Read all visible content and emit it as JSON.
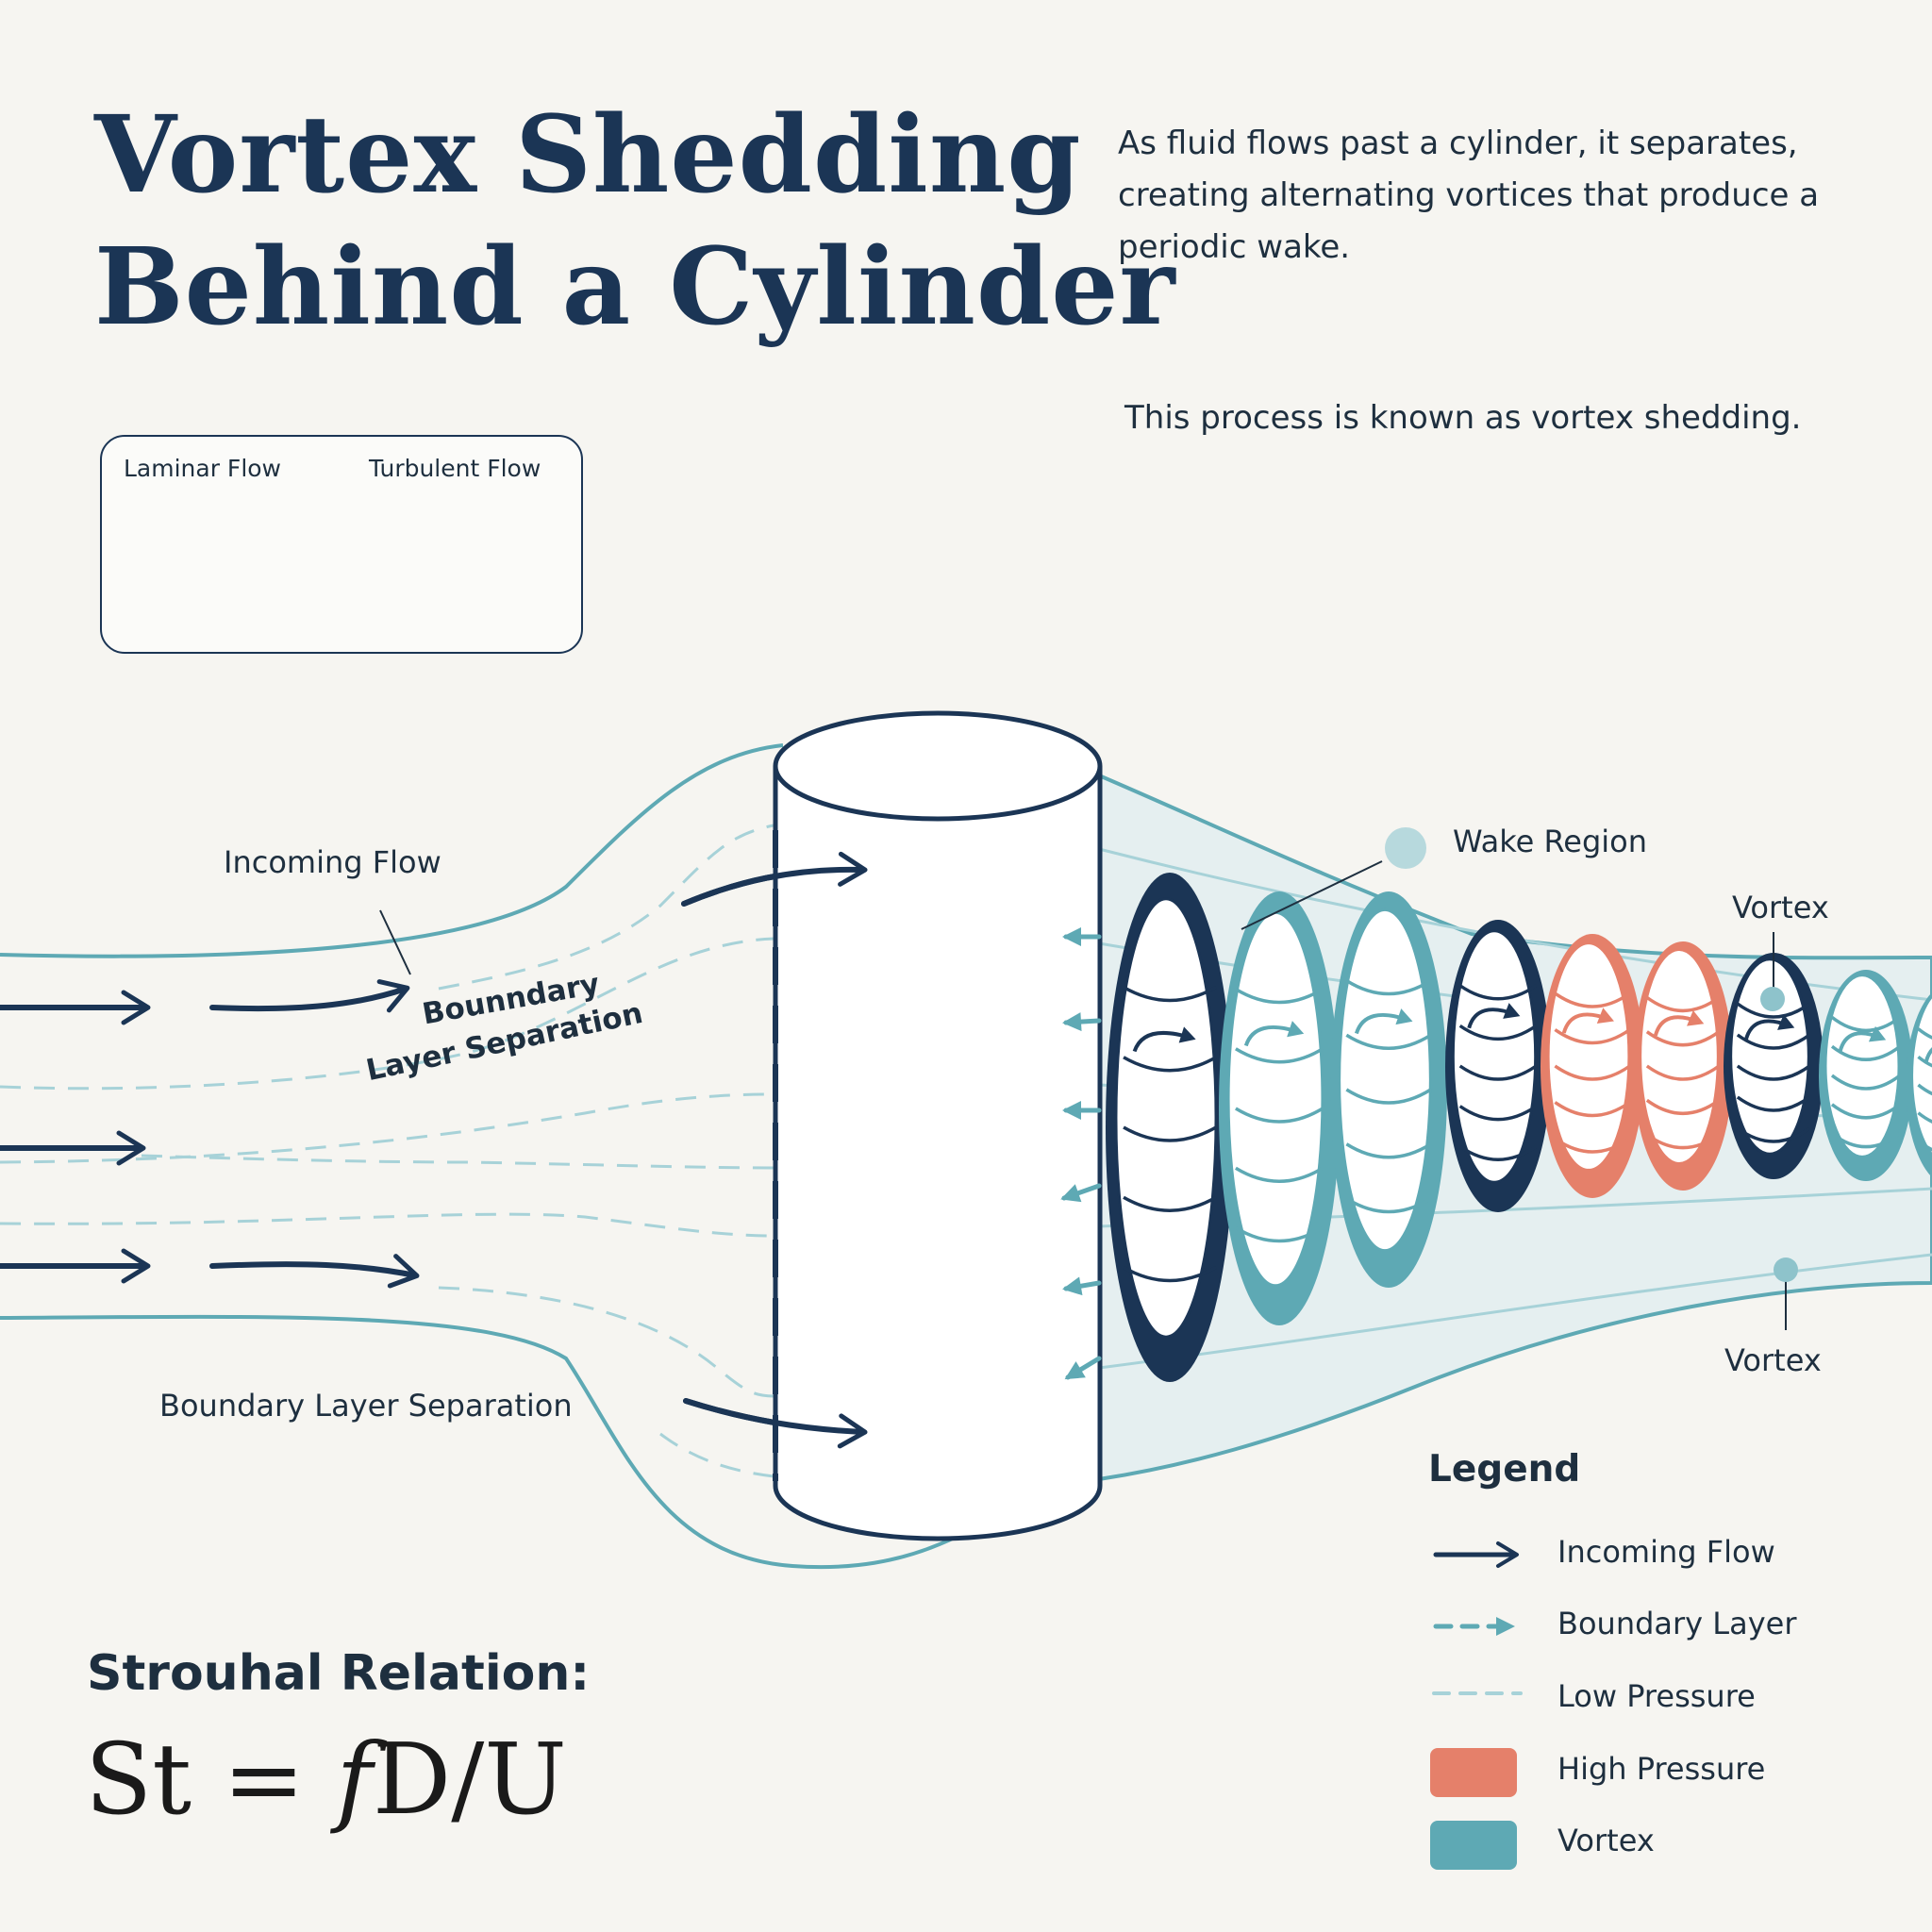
{
  "title": {
    "line1": "Vortex Shedding",
    "line2": "Behind a Cylinder"
  },
  "description": {
    "p1": "As fluid flows past a cylinder, it separates, creating alternating vortices that produce a periodic wake.",
    "p2": "This process is known as vortex shedding."
  },
  "flow_types": {
    "laminar": "Laminar Flow",
    "turbulent": "Turbulent Flow"
  },
  "labels": {
    "incoming_flow": "Incoming Flow",
    "boundary_layer_separation_top_1": "Bounndary",
    "boundary_layer_separation_top_2": "Layer Separation",
    "boundary_layer_separation_bottom": "Boundary Layer Separation",
    "wake_region": "Wake Region",
    "vortex_top": "Vortex",
    "vortex_bottom": "Vortex"
  },
  "legend": {
    "title": "Legend",
    "items": [
      {
        "label": "Incoming Flow",
        "style": "solid-arrow",
        "color": "#1b3555"
      },
      {
        "label": "Boundary Layer",
        "style": "dashed-arrow",
        "color": "#5ea9b4"
      },
      {
        "label": "Low Pressure",
        "style": "light-dashed",
        "color": "#a7d2d8"
      },
      {
        "label": "High Pressure",
        "style": "swatch",
        "color": "#e5806a"
      },
      {
        "label": "Vortex",
        "style": "swatch",
        "color": "#5ea9b4"
      }
    ]
  },
  "equation": {
    "heading": "Strouhal Relation:",
    "st": "St",
    "eq": " = ",
    "f": "f",
    "rest": "D/U"
  },
  "colors": {
    "navy": "#1b3555",
    "teal": "#5ea9b4",
    "light_teal": "#a7d2d8",
    "coral": "#e5806a",
    "wake_fill": "#e5eff0",
    "background": "#f6f5f1"
  },
  "vortex_sequence": [
    "navy",
    "teal",
    "teal",
    "navy",
    "coral",
    "coral",
    "navy",
    "teal",
    "teal"
  ]
}
